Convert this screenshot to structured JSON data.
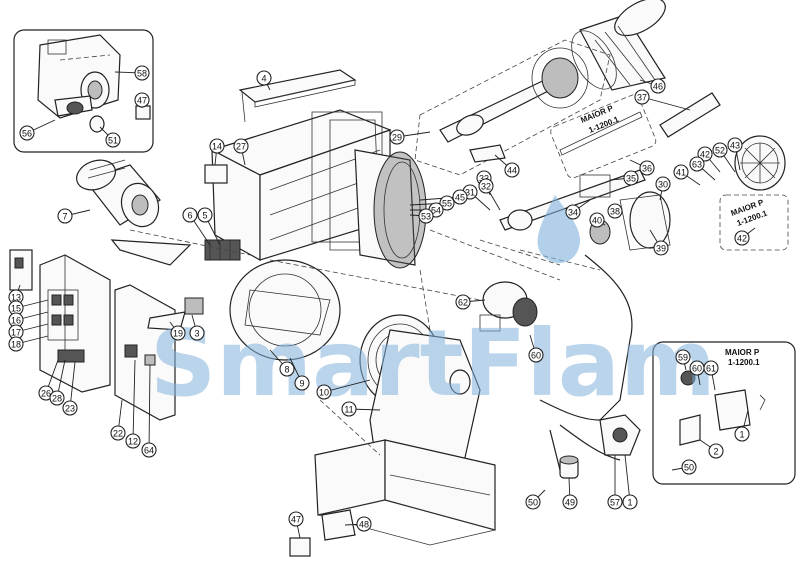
{
  "watermark": {
    "text": "SmartFlam",
    "color": "#7fb1db"
  },
  "inset_labels": {
    "top_right_line1": "MAIOR P",
    "top_right_line2": "1-1200.1",
    "right_line1": "MAIOR P",
    "right_line2": "1-1200.1",
    "bottom_right_line1": "MAIOR P",
    "bottom_right_line2": "1-1200.1"
  },
  "callouts": [
    {
      "id": "c58",
      "label": "58"
    },
    {
      "id": "c47a",
      "label": "47"
    },
    {
      "id": "c56",
      "label": "56"
    },
    {
      "id": "c51",
      "label": "51"
    },
    {
      "id": "c4",
      "label": "4"
    },
    {
      "id": "c46",
      "label": "46"
    },
    {
      "id": "c37",
      "label": "37"
    },
    {
      "id": "c29",
      "label": "29"
    },
    {
      "id": "c44",
      "label": "44"
    },
    {
      "id": "c33",
      "label": "33"
    },
    {
      "id": "c32",
      "label": "32"
    },
    {
      "id": "c31",
      "label": "31"
    },
    {
      "id": "c45",
      "label": "45"
    },
    {
      "id": "c55",
      "label": "55"
    },
    {
      "id": "c54",
      "label": "54"
    },
    {
      "id": "c53",
      "label": "53"
    },
    {
      "id": "c36",
      "label": "36"
    },
    {
      "id": "c35",
      "label": "35"
    },
    {
      "id": "c43",
      "label": "43"
    },
    {
      "id": "c52",
      "label": "52"
    },
    {
      "id": "c42a",
      "label": "42"
    },
    {
      "id": "c63",
      "label": "63"
    },
    {
      "id": "c41",
      "label": "41"
    },
    {
      "id": "c30",
      "label": "30"
    },
    {
      "id": "c34",
      "label": "34"
    },
    {
      "id": "c40",
      "label": "40"
    },
    {
      "id": "c38",
      "label": "38"
    },
    {
      "id": "c39",
      "label": "39"
    },
    {
      "id": "c42b",
      "label": "42"
    },
    {
      "id": "c14",
      "label": "14"
    },
    {
      "id": "c27",
      "label": "27"
    },
    {
      "id": "c7",
      "label": "7"
    },
    {
      "id": "c6",
      "label": "6"
    },
    {
      "id": "c5",
      "label": "5"
    },
    {
      "id": "c13",
      "label": "13"
    },
    {
      "id": "c15",
      "label": "15"
    },
    {
      "id": "c16",
      "label": "16"
    },
    {
      "id": "c17",
      "label": "17"
    },
    {
      "id": "c18",
      "label": "18"
    },
    {
      "id": "c19",
      "label": "19"
    },
    {
      "id": "c3",
      "label": "3"
    },
    {
      "id": "c62",
      "label": "62"
    },
    {
      "id": "c60",
      "label": "60"
    },
    {
      "id": "c8",
      "label": "8"
    },
    {
      "id": "c9",
      "label": "9"
    },
    {
      "id": "c10",
      "label": "10"
    },
    {
      "id": "c11",
      "label": "11"
    },
    {
      "id": "c26",
      "label": "26"
    },
    {
      "id": "c28",
      "label": "28"
    },
    {
      "id": "c23",
      "label": "23"
    },
    {
      "id": "c22",
      "label": "22"
    },
    {
      "id": "c12",
      "label": "12"
    },
    {
      "id": "c64",
      "label": "64"
    },
    {
      "id": "c59",
      "label": "59"
    },
    {
      "id": "c60b",
      "label": "60"
    },
    {
      "id": "c61",
      "label": "61"
    },
    {
      "id": "c1a",
      "label": "1"
    },
    {
      "id": "c2",
      "label": "2"
    },
    {
      "id": "c50a",
      "label": "50"
    },
    {
      "id": "c50b",
      "label": "50"
    },
    {
      "id": "c49",
      "label": "49"
    },
    {
      "id": "c57",
      "label": "57"
    },
    {
      "id": "c1b",
      "label": "1"
    },
    {
      "id": "c47b",
      "label": "47"
    },
    {
      "id": "c48",
      "label": "48"
    }
  ]
}
